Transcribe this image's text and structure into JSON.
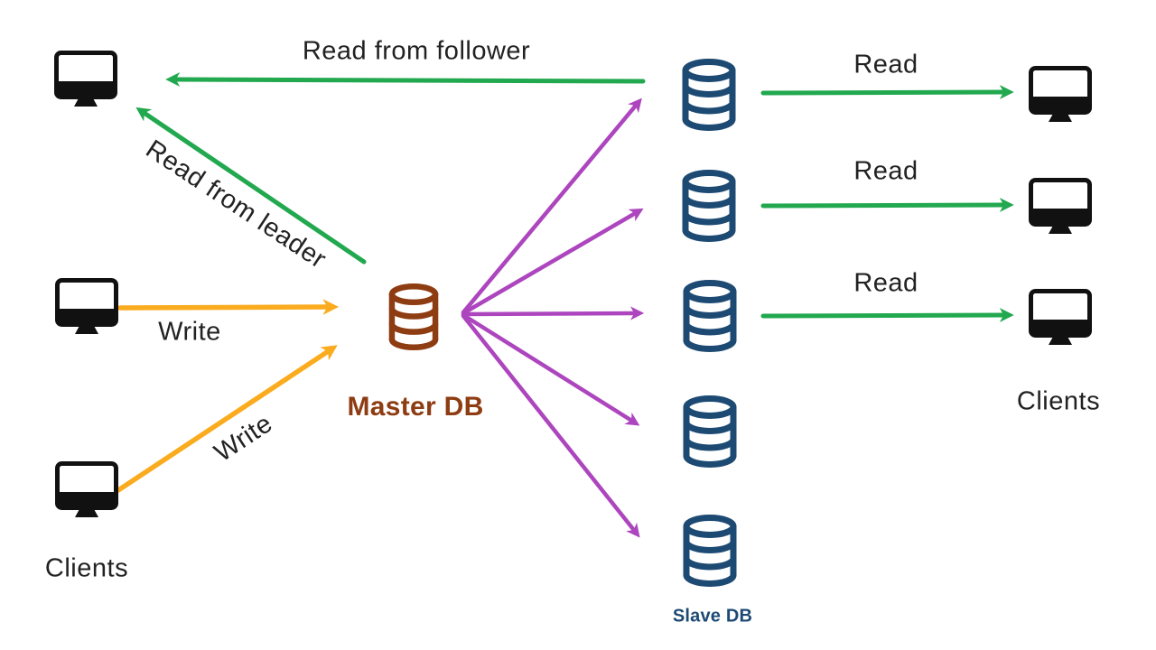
{
  "diagram": {
    "title_hint": "master-slave database replication",
    "labels": {
      "read_from_follower": "Read from follower",
      "read_from_leader": "Read from leader",
      "write_top": "Write",
      "write_bottom": "Write",
      "read_1": "Read",
      "read_2": "Read",
      "read_3": "Read",
      "clients_left": "Clients",
      "clients_right": "Clients",
      "master_db": "Master DB",
      "slave_db": "Slave DB"
    },
    "colors": {
      "green": "#22a84e",
      "orange": "#fbab1e",
      "purple": "#ad46be",
      "master_brown": "#8e3c12",
      "slave_navy": "#1d4a73",
      "icon_black": "#111111",
      "text": "#222222",
      "background": "#ffffff"
    }
  }
}
